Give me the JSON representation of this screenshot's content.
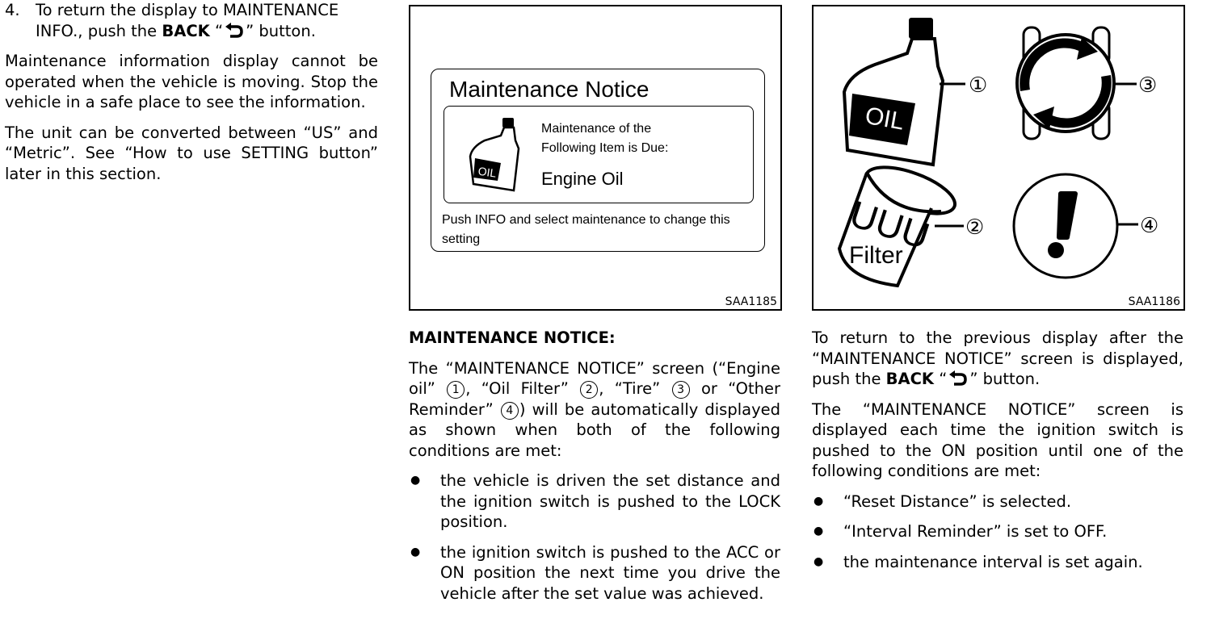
{
  "col1": {
    "step_number": "4.",
    "step_text_before": "To return the display to MAINTENANCE INFO., push the",
    "step_bold": "BACK",
    "step_text_after_open": "“",
    "step_text_after_close": "” button.",
    "para_moving": "Maintenance information display cannot be operated when the vehicle is moving. Stop the vehicle in a safe place to see the information.",
    "para_units": "The unit can be converted between “US” and “Metric”. See “How to use SETTING button” later in this section."
  },
  "figure1": {
    "id": "SAA1185",
    "title": "Maintenance Notice",
    "line1": "Maintenance of the",
    "line2": "Following Item is Due:",
    "item": "Engine Oil",
    "bottle_label": "OIL",
    "note": "Push INFO and select maintenance to change this setting"
  },
  "figure2": {
    "id": "SAA1186",
    "oil_label": "OIL",
    "filter_label": "Filter",
    "filter_marks": "UUU",
    "callouts": [
      "①",
      "②",
      "③",
      "④"
    ]
  },
  "col2": {
    "heading": "MAINTENANCE NOTICE:",
    "intro_a": "The “MAINTENANCE NOTICE” screen (“Engine oil”",
    "intro_b": ", “Oil Filter”",
    "intro_c": ", “Tire”",
    "intro_d": " or “Other Reminder”",
    "intro_e": ") will be automatically displayed as shown when both of the following conditions are met:",
    "circ1": "1",
    "circ2": "2",
    "circ3": "3",
    "circ4": "4",
    "bullets": [
      "the vehicle is driven the set distance and the ignition switch is pushed to the LOCK position.",
      "the ignition switch is pushed to the ACC or ON position the next time you drive the vehicle after the set value was achieved."
    ]
  },
  "col3": {
    "para1_before": "To return to the previous display after the “MAINTENANCE NOTICE” screen is displayed, push the",
    "para1_bold": "BACK",
    "para1_open": "“",
    "para1_close": "” button.",
    "para2": "The “MAINTENANCE NOTICE” screen is displayed each time the ignition switch is pushed to the ON position until one of the following conditions are met:",
    "bullets": [
      "“Reset Distance” is selected.",
      "“Interval Reminder” is set to OFF.",
      "the maintenance interval is set again."
    ]
  },
  "bullet_glyph": "●",
  "icons": {
    "back": "back-arrow-icon"
  }
}
